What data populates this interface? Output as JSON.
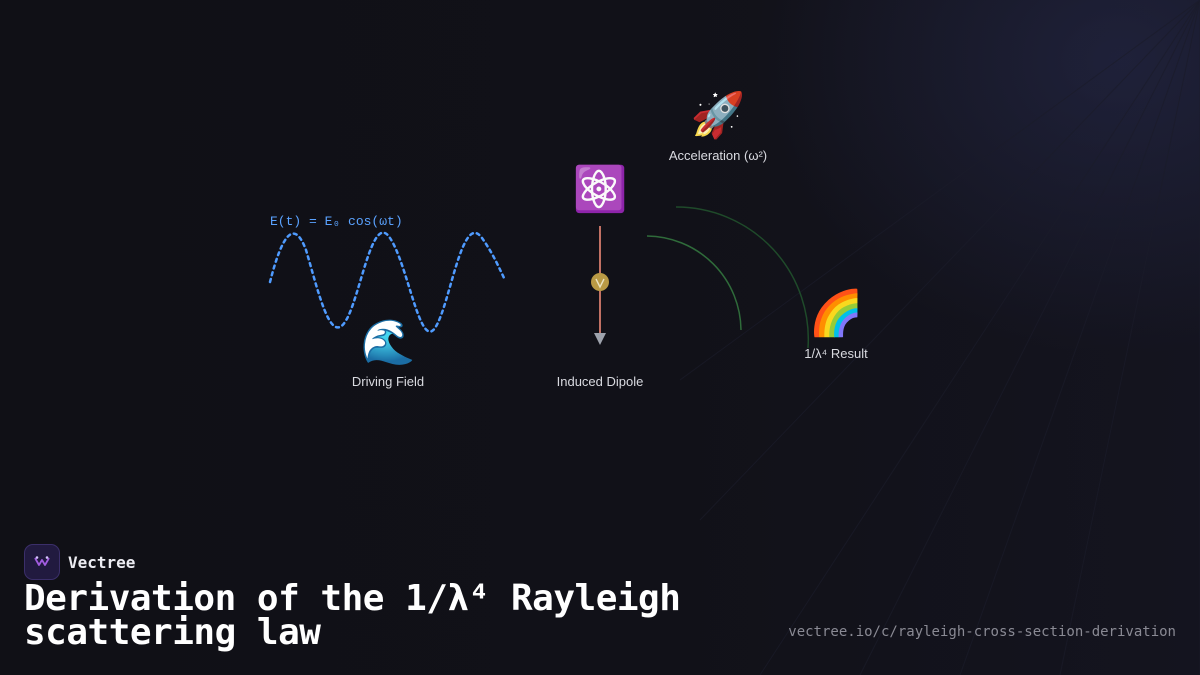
{
  "diagram": {
    "formula": "E(t) = E₀ cos(ωt)",
    "nodes": [
      {
        "id": "driving-field",
        "icon": "wave-icon",
        "emoji": "🌊",
        "label": "Driving Field"
      },
      {
        "id": "induced-dipole",
        "icon": "atom-icon",
        "emoji": "⚛️",
        "label": "Induced Dipole"
      },
      {
        "id": "acceleration",
        "icon": "rocket-icon",
        "emoji": "🚀",
        "label": "Acceleration (ω²)"
      },
      {
        "id": "result",
        "icon": "rainbow-icon",
        "emoji": "🌈",
        "label": "1/λ⁴ Result"
      }
    ],
    "colors": {
      "wave": "#4f9bff",
      "dipole": "#f08a78",
      "radiation": "#2f6b3a",
      "charge": "#c9a54a"
    }
  },
  "footer": {
    "brand": "Vectree",
    "title": "Derivation of the 1/λ⁴ Rayleigh scattering law",
    "url": "vectree.io/c/rayleigh-cross-section-derivation"
  }
}
